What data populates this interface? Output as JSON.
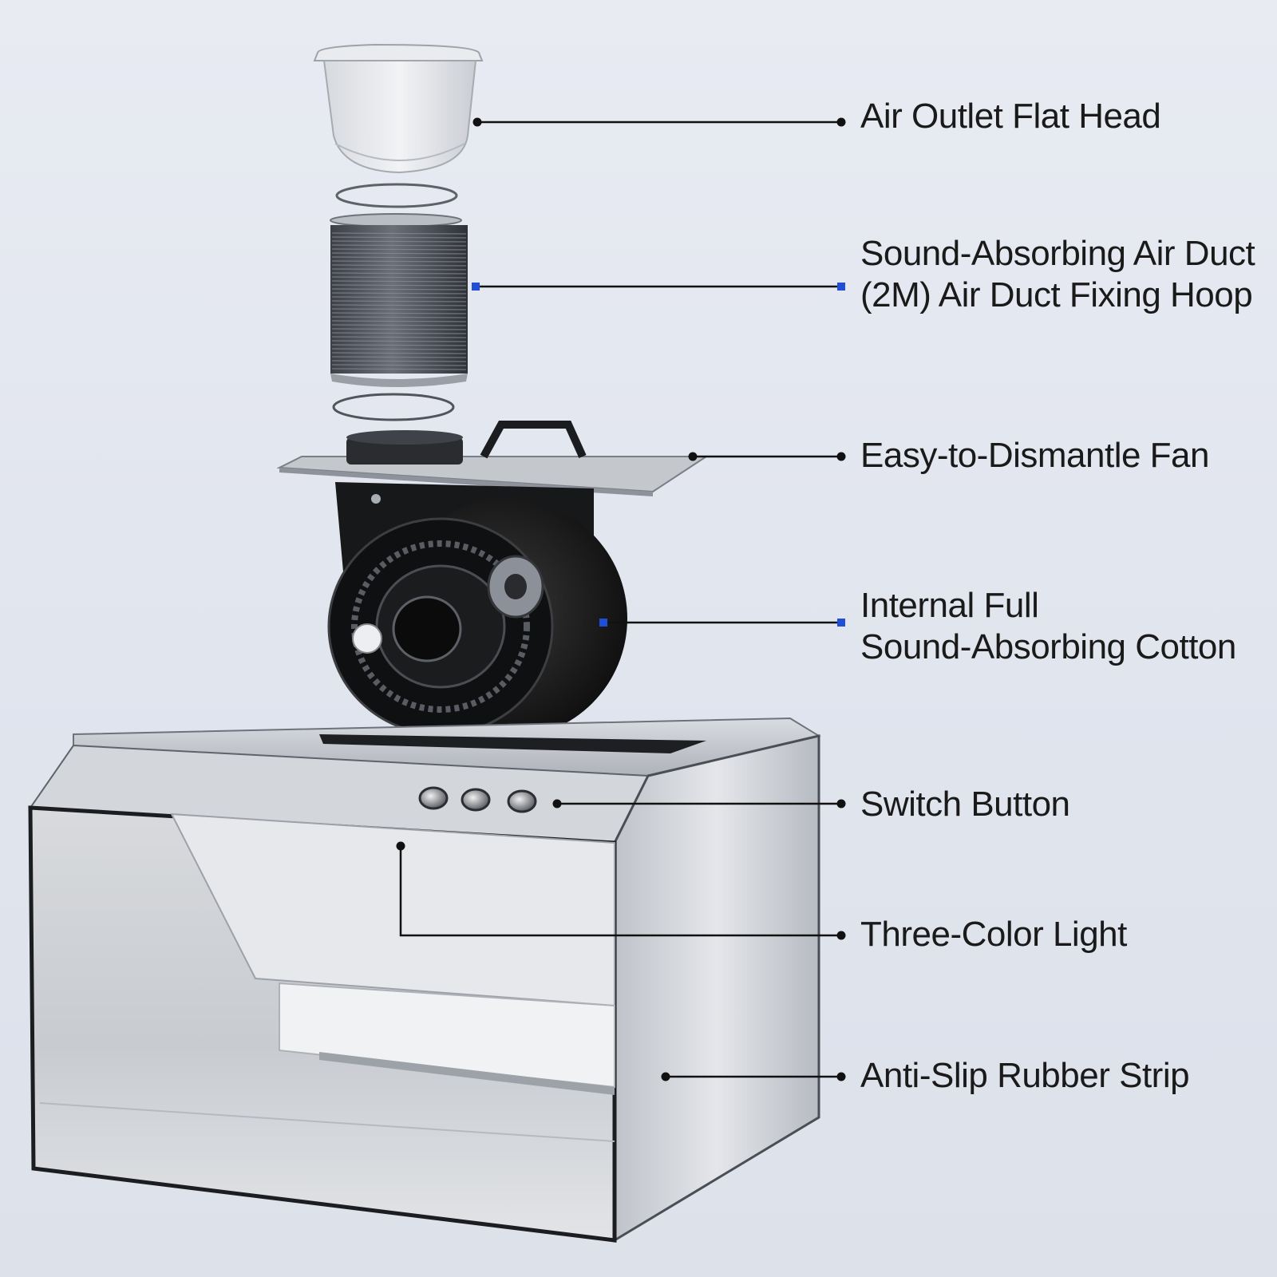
{
  "colors": {
    "background": "#e3e7ef",
    "leader_black": "#111111",
    "leader_blue": "#1f4fd6",
    "steel": "#c9ccd2",
    "fan_black": "#141414"
  },
  "parts": {
    "outlet_head": {
      "name": "air-outlet-flat-head"
    },
    "duct": {
      "name": "sound-absorbing-air-duct"
    },
    "fan_plate": {
      "name": "fan-mount-plate"
    },
    "fan": {
      "name": "blower-fan"
    },
    "hood": {
      "name": "stainless-hood-body"
    },
    "buttons": {
      "count": 3
    }
  },
  "callouts": [
    {
      "id": "outlet",
      "lines": [
        "Air Outlet Flat Head"
      ],
      "marker": "black"
    },
    {
      "id": "duct",
      "lines": [
        "Sound-Absorbing Air Duct",
        "(2M) Air Duct Fixing Hoop"
      ],
      "marker": "blue"
    },
    {
      "id": "fan",
      "lines": [
        "Easy-to-Dismantle Fan"
      ],
      "marker": "black"
    },
    {
      "id": "cotton",
      "lines": [
        "Internal Full",
        "Sound-Absorbing Cotton"
      ],
      "marker": "blue"
    },
    {
      "id": "switch",
      "lines": [
        "Switch Button"
      ],
      "marker": "black"
    },
    {
      "id": "light",
      "lines": [
        "Three-Color Light"
      ],
      "marker": "black"
    },
    {
      "id": "rubber",
      "lines": [
        "Anti-Slip Rubber Strip"
      ],
      "marker": "black"
    }
  ]
}
